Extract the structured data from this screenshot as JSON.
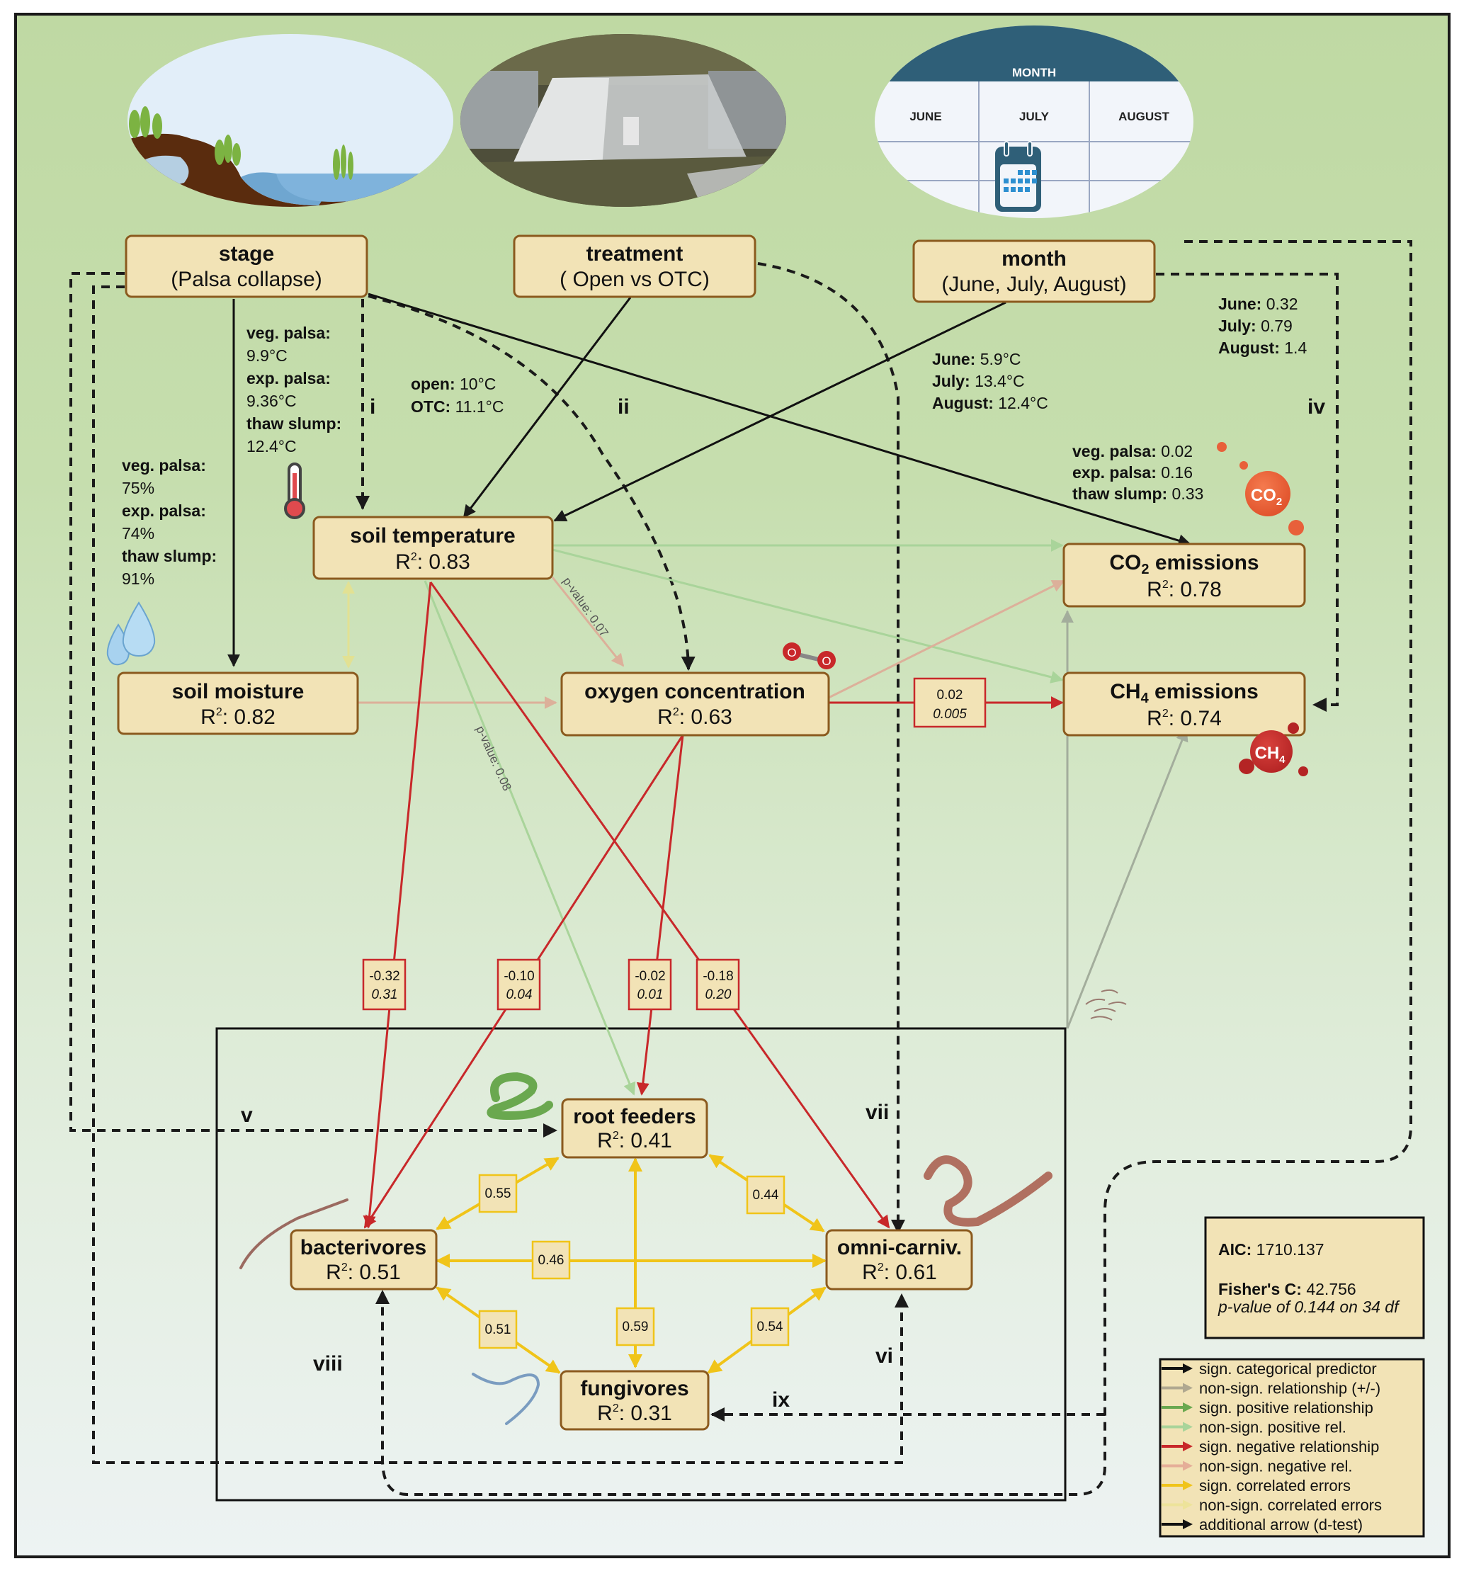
{
  "nodes": {
    "stage": {
      "title": "stage",
      "subtitle": "(Palsa collapse)"
    },
    "treatment": {
      "title": "treatment",
      "subtitle": "( Open vs OTC)"
    },
    "month": {
      "title": "month",
      "subtitle": "(June, July, August)"
    },
    "soil_temperature": {
      "title": "soil temperature",
      "r2_label": "R",
      "r2_sup": "2",
      "r2_value": ": 0.83"
    },
    "soil_moisture": {
      "title": "soil moisture",
      "r2_label": "R",
      "r2_sup": "2",
      "r2_value": ": 0.82"
    },
    "oxygen_concentration": {
      "title": "oxygen concentration",
      "r2_label": "R",
      "r2_sup": "2",
      "r2_value": ": 0.63"
    },
    "co2_emissions": {
      "title_pre": "CO",
      "title_sub": "2",
      "title_post": " emissions",
      "r2_label": "R",
      "r2_sup": "2",
      "r2_value": ": 0.78"
    },
    "ch4_emissions": {
      "title_pre": "CH",
      "title_sub": "4",
      "title_post": " emissions",
      "r2_label": "R",
      "r2_sup": "2",
      "r2_value": ": 0.74"
    },
    "root_feeders": {
      "title": "root feeders",
      "r2_label": "R",
      "r2_sup": "2",
      "r2_value": ": 0.41"
    },
    "bacterivores": {
      "title": "bacterivores",
      "r2_label": "R",
      "r2_sup": "2",
      "r2_value": ": 0.51"
    },
    "omni_carniv": {
      "title": "omni-carniv.",
      "r2_label": "R",
      "r2_sup": "2",
      "r2_value": ": 0.61"
    },
    "fungivores": {
      "title": "fungivores",
      "r2_label": "R",
      "r2_sup": "2",
      "r2_value": ": 0.31"
    }
  },
  "calendar": {
    "header": "MONTH",
    "months": [
      "JUNE",
      "JULY",
      "AUGUST"
    ]
  },
  "gas_labels": {
    "co2_pre": "CO",
    "co2_sub": "2",
    "ch4_pre": "CH",
    "ch4_sub": "4",
    "o2_atom": "O"
  },
  "annotations": {
    "stage_to_temp": [
      {
        "label": "veg. palsa:",
        "value": "9.9°C"
      },
      {
        "label": "exp. palsa:",
        "value": "9.36°C"
      },
      {
        "label": "thaw slump:",
        "value": "12.4°C"
      }
    ],
    "stage_to_moisture": [
      {
        "label": "veg. palsa:",
        "value": "75%"
      },
      {
        "label": "exp. palsa:",
        "value": "74%"
      },
      {
        "label": "thaw slump:",
        "value": "91%"
      }
    ],
    "treatment_to_temp": [
      {
        "label": "open:",
        "value": " 10°C"
      },
      {
        "label": "OTC:",
        "value": " 11.1°C"
      }
    ],
    "month_to_temp": [
      {
        "label": "June:",
        "value": " 5.9°C"
      },
      {
        "label": "July:",
        "value": " 13.4°C"
      },
      {
        "label": "August:",
        "value": " 12.4°C"
      }
    ],
    "month_to_ch4": [
      {
        "label": "June:",
        "value": " 0.32"
      },
      {
        "label": "July:",
        "value": "  0.79"
      },
      {
        "label": "August:",
        "value": " 1.4"
      }
    ],
    "stage_to_co2": [
      {
        "label": "veg. palsa:",
        "value": " 0.02"
      },
      {
        "label": "exp. palsa:",
        "value": "  0.16"
      },
      {
        "label": "thaw slump:",
        "value": " 0.33"
      }
    ],
    "pvalue_temp_oxygen": "p-value: 0.07",
    "pvalue_temp_rootfeeders": "p-value: 0.08"
  },
  "dtest_labels": [
    "i",
    "ii",
    "iv",
    "v",
    "vi",
    "vii",
    "viii",
    "ix"
  ],
  "path_coefficients": [
    {
      "from": "oxygen concentration",
      "to": "CH4 emissions",
      "estimate": "0.02",
      "p_value": "0.005"
    },
    {
      "from": "soil temperature",
      "to": "bacterivores",
      "estimate": "-0.32",
      "p_value": "0.31"
    },
    {
      "from": "oxygen concentration",
      "to": "bacterivores",
      "estimate": "-0.10",
      "p_value": "0.04"
    },
    {
      "from": "oxygen concentration",
      "to": "root feeders",
      "estimate": "-0.02",
      "p_value": "0.01"
    },
    {
      "from": "soil temperature",
      "to": "omni-carniv.",
      "estimate": "-0.18",
      "p_value": "0.20"
    }
  ],
  "correlated_errors": [
    {
      "between": "bacterivores - root feeders",
      "value": "0.55"
    },
    {
      "between": "root feeders - omni-carniv.",
      "value": "0.44"
    },
    {
      "between": "bacterivores - omni-carniv.",
      "value": "0.46"
    },
    {
      "between": "root feeders - fungivores",
      "value": "0.59"
    },
    {
      "between": "bacterivores - fungivores",
      "value": "0.51"
    },
    {
      "between": "omni-carniv. - fungivores",
      "value": "0.54"
    }
  ],
  "model_fit": {
    "aic_label": "AIC:",
    "aic_value": " 1710.137",
    "fisher_label": "Fisher's C:",
    "fisher_value": " 42.756",
    "fisher_detail": "p-value of 0.144  on 34 df"
  },
  "legend": [
    {
      "label": "sign. categorical predictor",
      "color": "#111111"
    },
    {
      "label": "non-sign. relationship (+/-)",
      "color": "#b0a890"
    },
    {
      "label": "sign. positive relationship",
      "color": "#6aa84f"
    },
    {
      "label": "non-sign. positive rel.",
      "color": "#a9d49a"
    },
    {
      "label": "sign. negative relationship",
      "color": "#c8282a"
    },
    {
      "label": "non-sign. negative rel.",
      "color": "#e5ae98"
    },
    {
      "label": "sign. correlated errors",
      "color": "#f0c419"
    },
    {
      "label": "non-sign. correlated errors",
      "color": "#ede39a"
    },
    {
      "label": "additional arrow (d-test)",
      "color": "#111111"
    }
  ]
}
